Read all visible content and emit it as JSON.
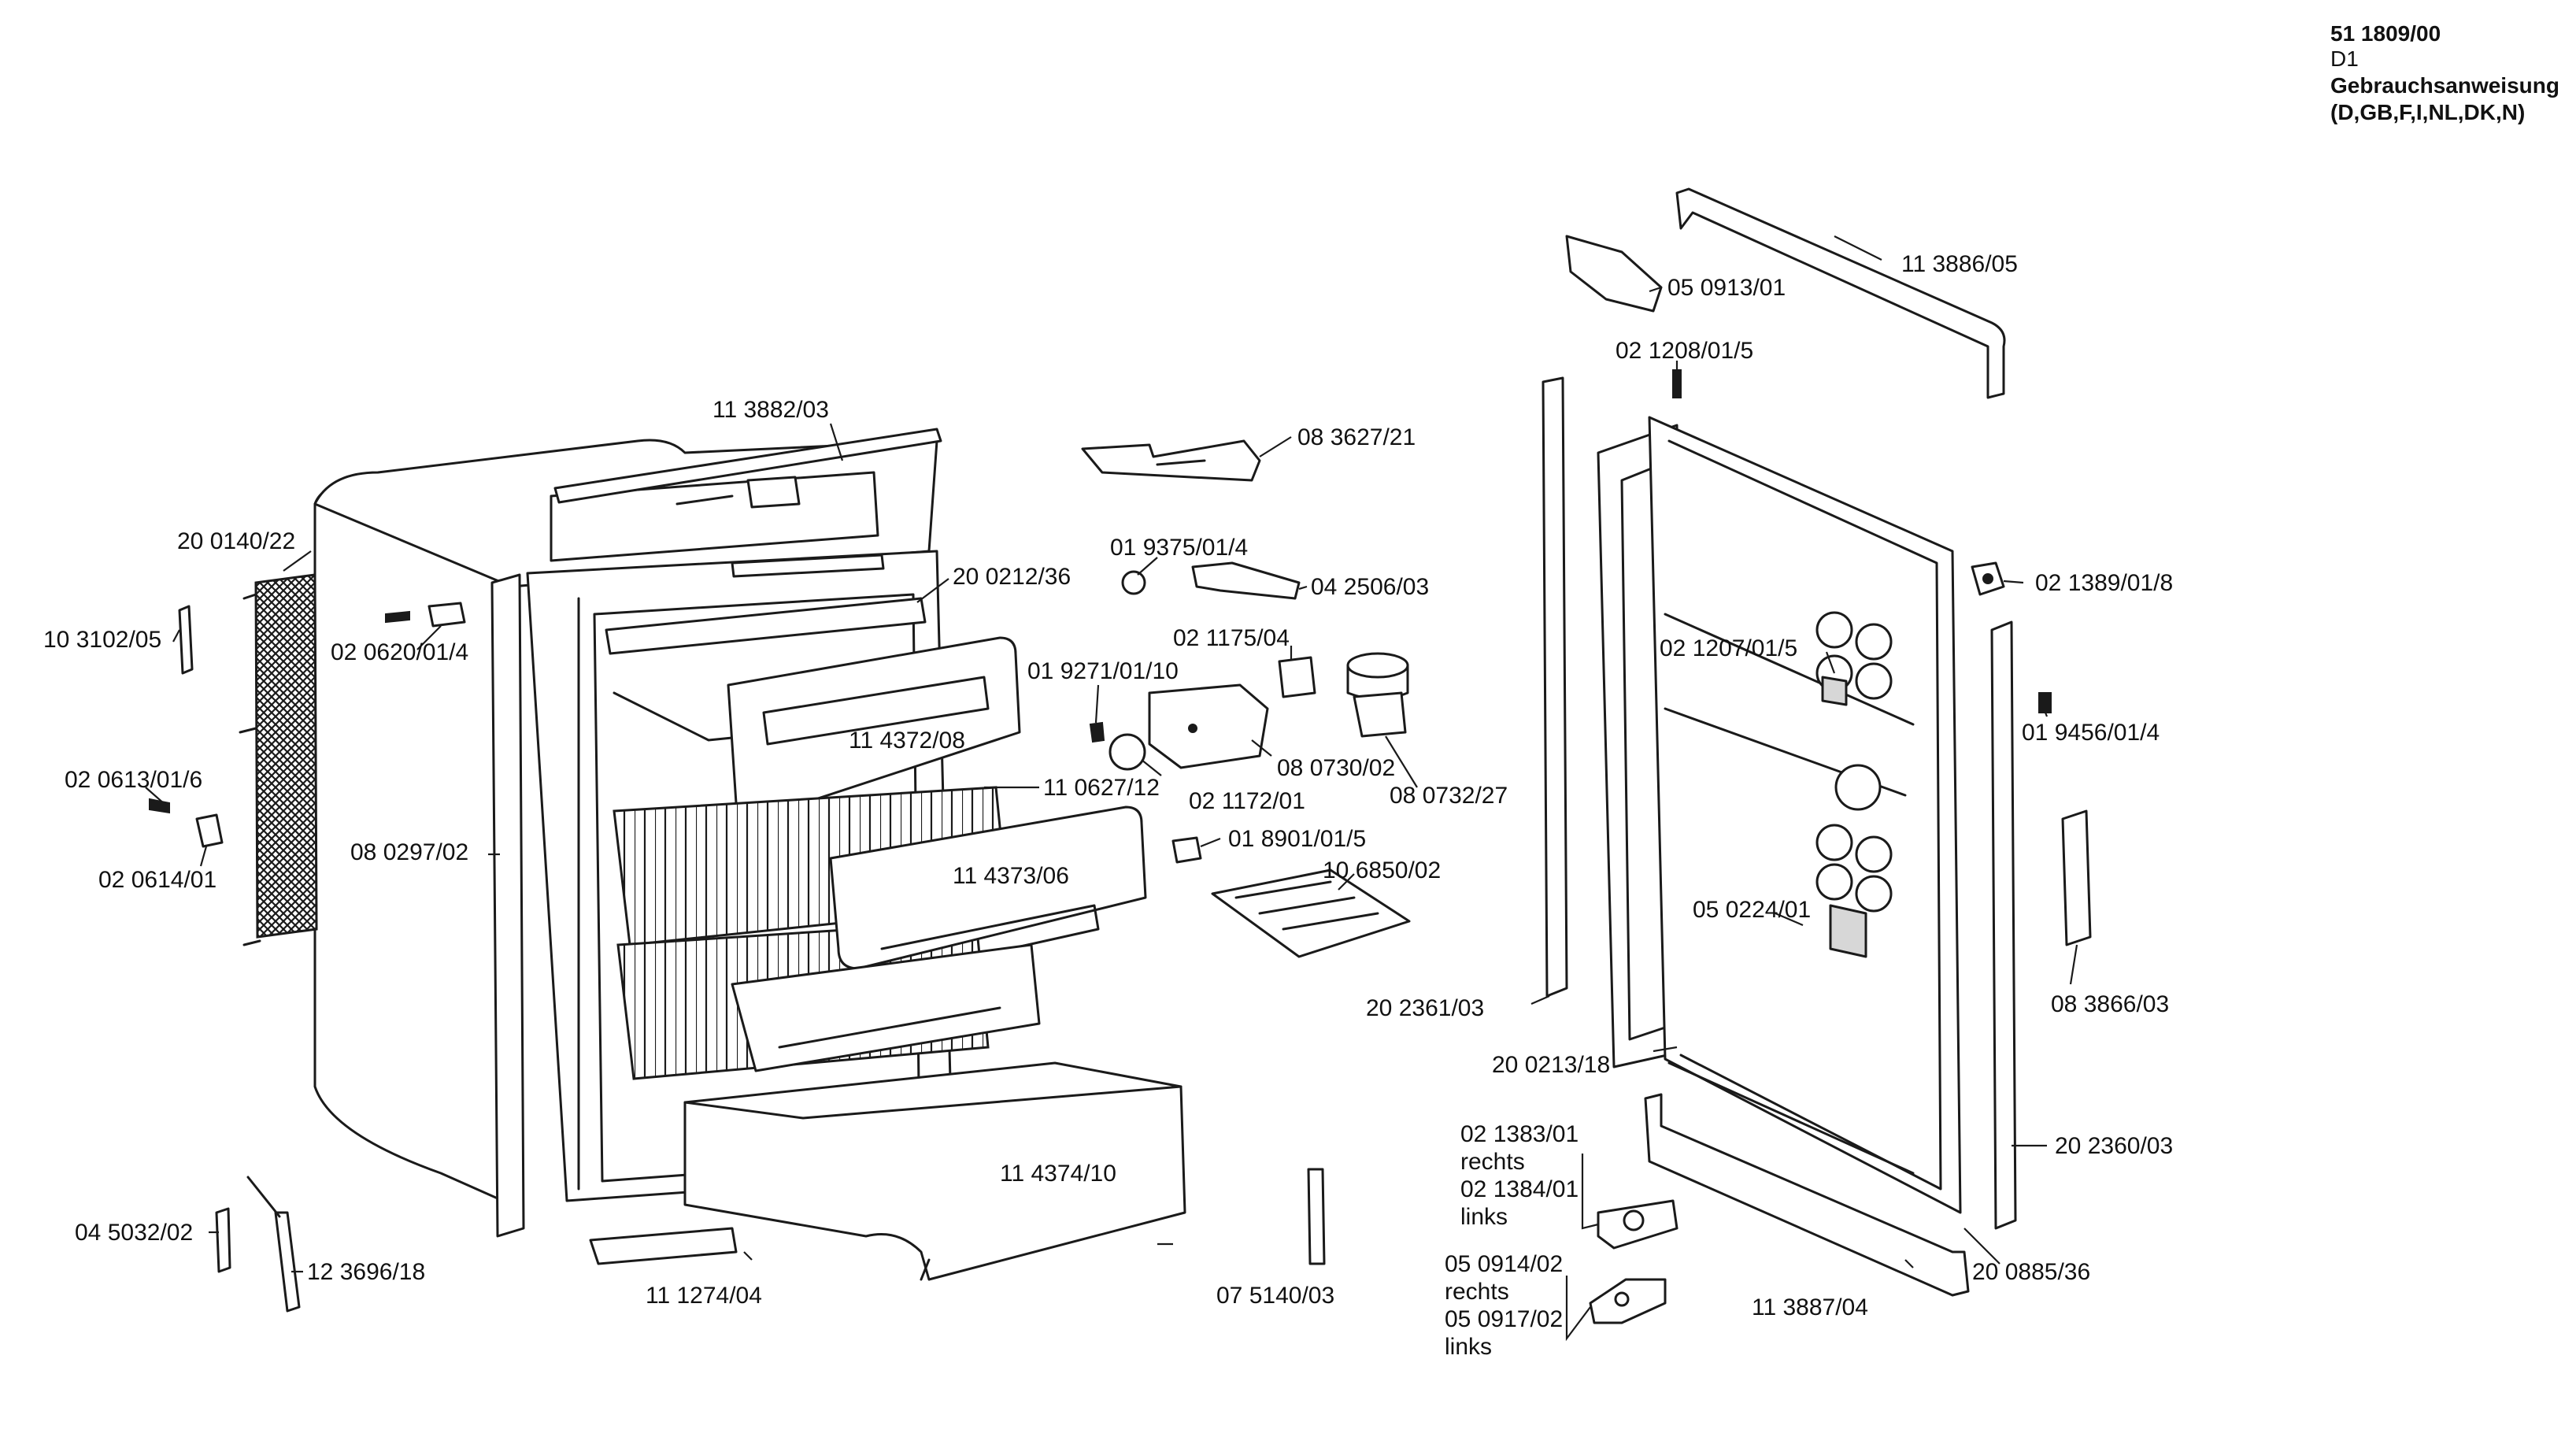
{
  "header": {
    "doc_number": "51 1809/00",
    "model": "D1",
    "manual_title": "Gebrauchsanweisung",
    "languages": "(D,GB,F,I,NL,DK,N)"
  },
  "parts": [
    {
      "name": "part-11-3882-03",
      "label": "11 3882/03"
    },
    {
      "name": "part-20-0140-22",
      "label": "20 0140/22"
    },
    {
      "name": "part-10-3102-05",
      "label": "10 3102/05"
    },
    {
      "name": "part-02-0620-01-4",
      "label": "02 0620/01/4"
    },
    {
      "name": "part-02-0613-01-6",
      "label": "02 0613/01/6"
    },
    {
      "name": "part-02-0614-01",
      "label": "02 0614/01"
    },
    {
      "name": "part-08-0297-02",
      "label": "08 0297/02"
    },
    {
      "name": "part-20-0212-36",
      "label": "20 0212/36"
    },
    {
      "name": "part-11-4372-08",
      "label": "11 4372/08"
    },
    {
      "name": "part-11-0627-12",
      "label": "11 0627/12"
    },
    {
      "name": "part-11-4373-06",
      "label": "11 4373/06"
    },
    {
      "name": "part-11-4374-10",
      "label": "11 4374/10"
    },
    {
      "name": "part-11-1274-04",
      "label": "11 1274/04"
    },
    {
      "name": "part-04-5032-02",
      "label": "04 5032/02"
    },
    {
      "name": "part-12-3696-18",
      "label": "12 3696/18"
    },
    {
      "name": "part-08-3627-21",
      "label": "08 3627/21"
    },
    {
      "name": "part-01-9375-01-4",
      "label": "01 9375/01/4"
    },
    {
      "name": "part-04-2506-03",
      "label": "04 2506/03"
    },
    {
      "name": "part-02-1175-04",
      "label": "02 1175/04"
    },
    {
      "name": "part-01-9271-01-10",
      "label": "01 9271/01/10"
    },
    {
      "name": "part-02-1172-01",
      "label": "02 1172/01"
    },
    {
      "name": "part-08-0730-02",
      "label": "08 0730/02"
    },
    {
      "name": "part-08-0732-27",
      "label": "08 0732/27"
    },
    {
      "name": "part-01-8901-01-5",
      "label": "01 8901/01/5"
    },
    {
      "name": "part-10-6850-02",
      "label": "10 6850/02"
    },
    {
      "name": "part-07-5140-03",
      "label": "07 5140/03"
    },
    {
      "name": "part-05-0913-01",
      "label": "05 0913/01"
    },
    {
      "name": "part-11-3886-05",
      "label": "11 3886/05"
    },
    {
      "name": "part-02-1208-01-5",
      "label": "02 1208/01/5"
    },
    {
      "name": "part-02-1389-01-8",
      "label": "02 1389/01/8"
    },
    {
      "name": "part-02-1207-01-5",
      "label": "02 1207/01/5"
    },
    {
      "name": "part-01-9456-01-4",
      "label": "01 9456/01/4"
    },
    {
      "name": "part-05-0224-01",
      "label": "05 0224/01"
    },
    {
      "name": "part-08-3866-03",
      "label": "08 3866/03"
    },
    {
      "name": "part-20-2361-03",
      "label": "20 2361/03"
    },
    {
      "name": "part-20-0213-18",
      "label": "20 0213/18"
    },
    {
      "name": "part-20-2360-03",
      "label": "20 2360/03"
    },
    {
      "name": "part-02-1383-01",
      "label": "02 1383/01"
    },
    {
      "name": "part-02-1383-01-side",
      "label": "rechts"
    },
    {
      "name": "part-02-1384-01",
      "label": "02 1384/01"
    },
    {
      "name": "part-02-1384-01-side",
      "label": "links"
    },
    {
      "name": "part-05-0914-02",
      "label": "05 0914/02"
    },
    {
      "name": "part-05-0914-02-side",
      "label": "rechts"
    },
    {
      "name": "part-05-0917-02",
      "label": "05 0917/02"
    },
    {
      "name": "part-05-0917-02-side",
      "label": "links"
    },
    {
      "name": "part-11-3887-04",
      "label": "11 3887/04"
    },
    {
      "name": "part-20-0885-36",
      "label": "20 0885/36"
    }
  ]
}
